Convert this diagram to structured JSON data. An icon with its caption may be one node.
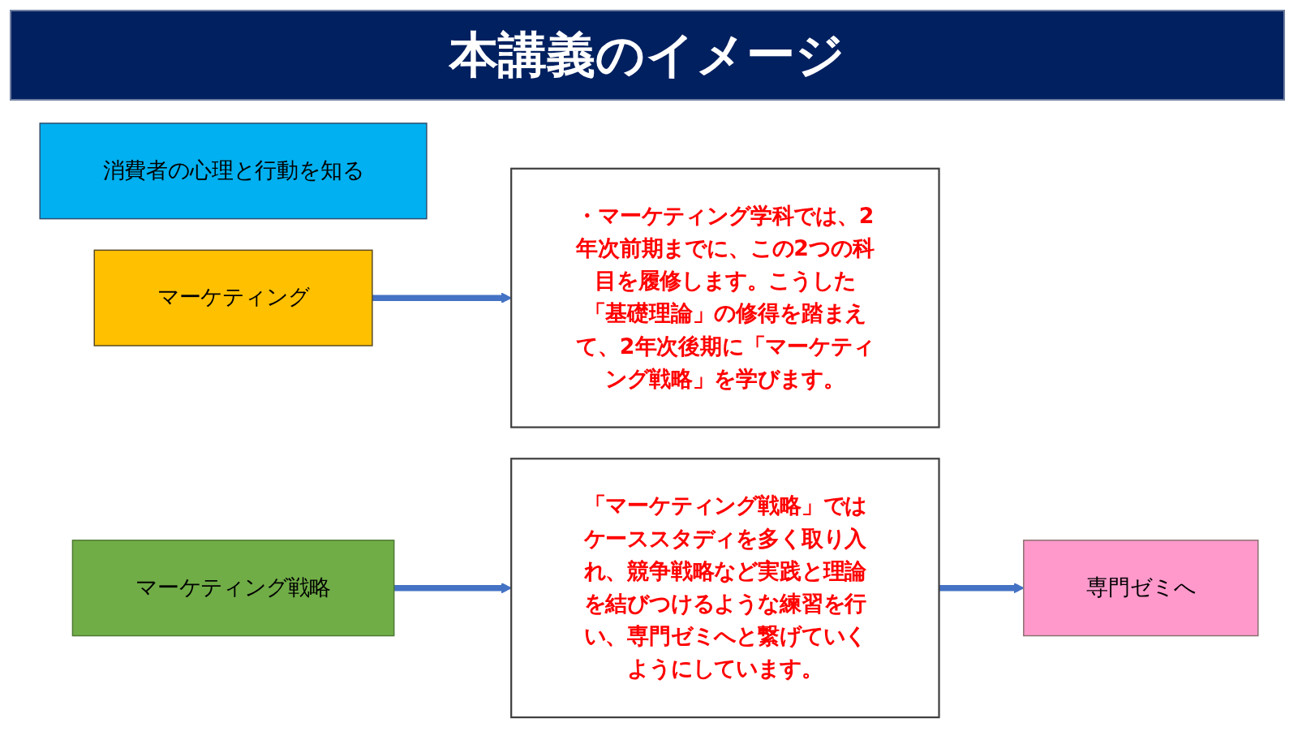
{
  "diagram": {
    "title": "本講義のイメージ",
    "nodes": [
      {
        "text": [
          "消費者の心理と行動を知る"
        ]
      },
      {
        "text": [
          "マーケティング"
        ]
      },
      {
        "text": [
          "・マーケティング学科では、2年次前期までに、この2つの科目を履修します。こうした「基礎理論」の修得を踏まえて、2年次後期に「マーケティング戦略」を学びます。"
        ]
      },
      {
        "text": [
          "マーケティング戦略"
        ]
      },
      {
        "text": [
          "「マーケティング戦略」ではケーススタディを多く取り入れ、競争戦略など実践と理論を結びつけるような練習を行い、専門ゼミへと繋げていくようにしています。"
        ]
      },
      {
        "text": [
          "専門ゼミへ"
        ]
      }
    ],
    "edges": [
      {
        "from": 1,
        "to": 2,
        "arrow": "to"
      },
      {
        "from": 3,
        "to": 4,
        "arrow": "to"
      },
      {
        "from": 4,
        "to": 5,
        "arrow": "to"
      }
    ]
  }
}
